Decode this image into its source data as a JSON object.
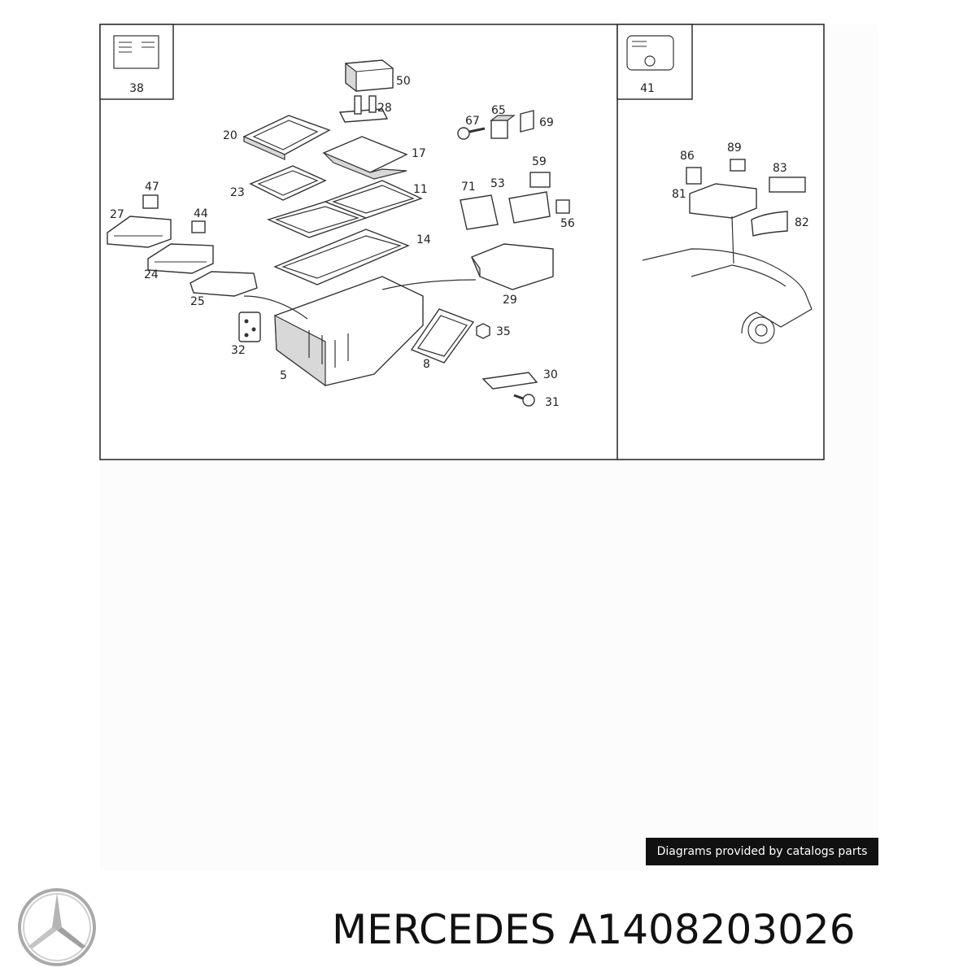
{
  "diagram": {
    "inset_left_label": "38",
    "inset_right_label": "41",
    "callouts": {
      "c50": "50",
      "c28": "28",
      "c20": "20",
      "c17": "17",
      "c67": "67",
      "c65": "65",
      "c69": "69",
      "c23": "23",
      "c11": "11",
      "c47": "47",
      "c27": "27",
      "c44": "44",
      "c71": "71",
      "c53": "53",
      "c59": "59",
      "c56": "56",
      "c14": "14",
      "c24": "24",
      "c25": "25",
      "c29": "29",
      "c32": "32",
      "c35": "35",
      "c5": "5",
      "c8": "8",
      "c30": "30",
      "c31": "31",
      "c86": "86",
      "c89": "89",
      "c83": "83",
      "c81": "81",
      "c82": "82"
    }
  },
  "watermark": "Diagrams provided by catalogs parts",
  "brand_title": "MERCEDES A1408203026",
  "logo_icon": "mercedes-star-logo"
}
